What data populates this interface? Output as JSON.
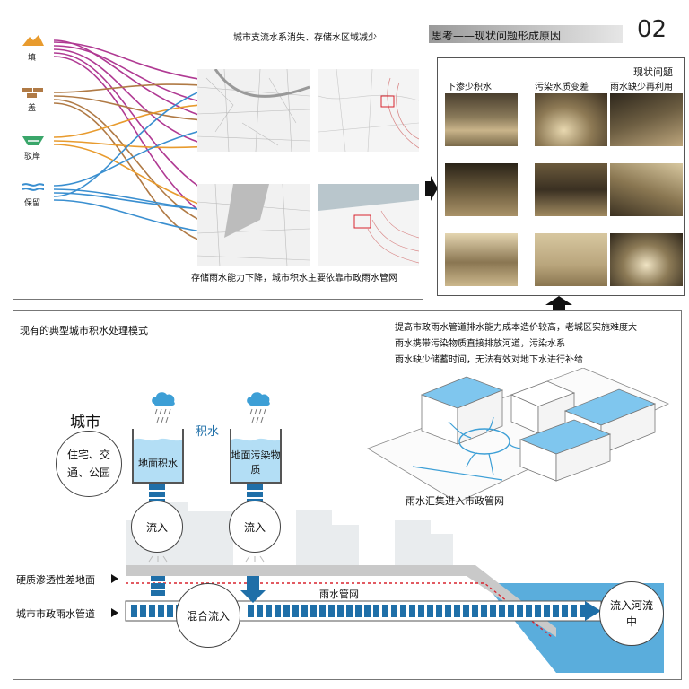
{
  "page_number": "02",
  "top_panel": {
    "note_top": "城市支流水系消失、存储水区域减少",
    "note_bottom": "存储雨水能力下降，城市积水主要依靠市政雨水管网",
    "legend": [
      {
        "label": "填",
        "icon": "fill-icon",
        "color": "#e89b2e"
      },
      {
        "label": "盖",
        "icon": "brick-cover-icon",
        "color": "#b07a45"
      },
      {
        "label": "驳岸",
        "icon": "embankment-icon",
        "color": "#3aa66a"
      },
      {
        "label": "保留",
        "icon": "water-retain-icon",
        "color": "#3a8fd0"
      }
    ]
  },
  "thinking": {
    "title": "思考——现状问题形成原因",
    "issues_label": "现状问题",
    "columns": [
      "下渗少积水",
      "污染水质变差",
      "雨水缺少再利用"
    ]
  },
  "bottom": {
    "title": "现有的典型城市积水处理模式",
    "issues": [
      "提高市政雨水管道排水能力成本造价较高，老城区实施难度大",
      "雨水携带污染物质直接排放河道，污染水系",
      "雨水缺少储蓄时间，无法有效对地下水进行补给"
    ],
    "city_title": "城市",
    "city_circle": "住宅、交通、公园",
    "ponding_label": "积水",
    "tank1": "地面积水",
    "tank2": "地面污染物质",
    "inflow1": "流入",
    "inflow2": "流入",
    "mix": "混合流入",
    "pipe_label": "雨水管网",
    "river": "流入河流中",
    "side_label_1": "硬质渗透性差地面",
    "side_label_2": "城市市政雨水管道",
    "isometric_caption": "雨水汇集进入市政管网"
  },
  "colors": {
    "water": "#3d9fd6",
    "pipe_blue": "#1f6fa8",
    "accent_red": "#d9232e",
    "magenta": "#b03a93"
  }
}
